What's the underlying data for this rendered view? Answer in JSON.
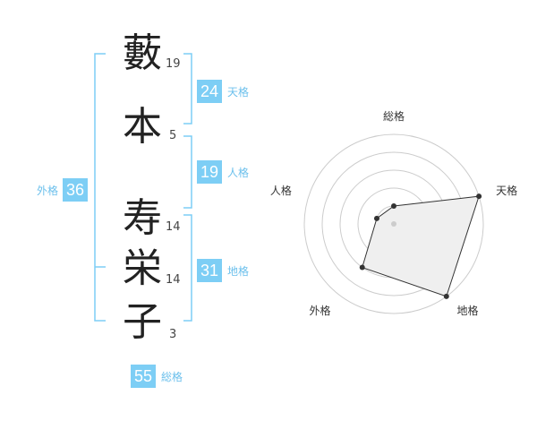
{
  "name": {
    "characters": [
      {
        "char": "藪",
        "strokes": "19"
      },
      {
        "char": "本",
        "strokes": "5"
      },
      {
        "char": "寿",
        "strokes": "14"
      },
      {
        "char": "栄",
        "strokes": "14"
      },
      {
        "char": "子",
        "strokes": "3"
      }
    ]
  },
  "fortunes": {
    "tenkaku": {
      "value": "24",
      "label": "天格"
    },
    "jinkaku": {
      "value": "19",
      "label": "人格"
    },
    "chikaku": {
      "value": "31",
      "label": "地格"
    },
    "gaikaku": {
      "value": "36",
      "label": "外格"
    },
    "soukaku": {
      "value": "55",
      "label": "総格"
    }
  },
  "colors": {
    "accent": "#7dcef5",
    "accent_text": "#6cc0ec",
    "bracket": "#7dcef5",
    "ring": "#cccccc",
    "polygon_fill": "#efefef",
    "polygon_stroke": "#333333"
  },
  "chart_data": {
    "type": "radar",
    "axes": [
      "総格",
      "天格",
      "地格",
      "外格",
      "人格"
    ],
    "rings": 5,
    "max": 5,
    "values": [
      1,
      5,
      5,
      3,
      1
    ]
  }
}
